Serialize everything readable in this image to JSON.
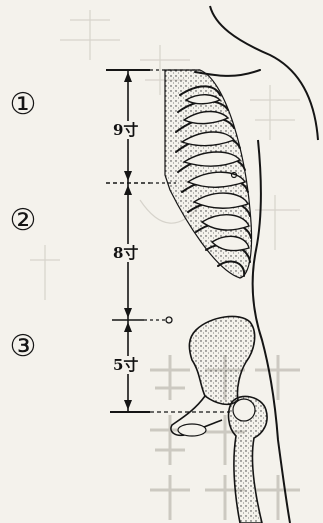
{
  "sections": {
    "one": {
      "marker": "①"
    },
    "two": {
      "marker": "②"
    },
    "three": {
      "marker": "③"
    }
  },
  "measurements": {
    "chest": {
      "label": "9寸"
    },
    "abdomen": {
      "label": "8寸"
    },
    "pelvis": {
      "label": "5寸"
    }
  },
  "colors": {
    "ink": "#151515",
    "paper": "#f4f2ec",
    "faded_text": "#b9b6ae"
  }
}
